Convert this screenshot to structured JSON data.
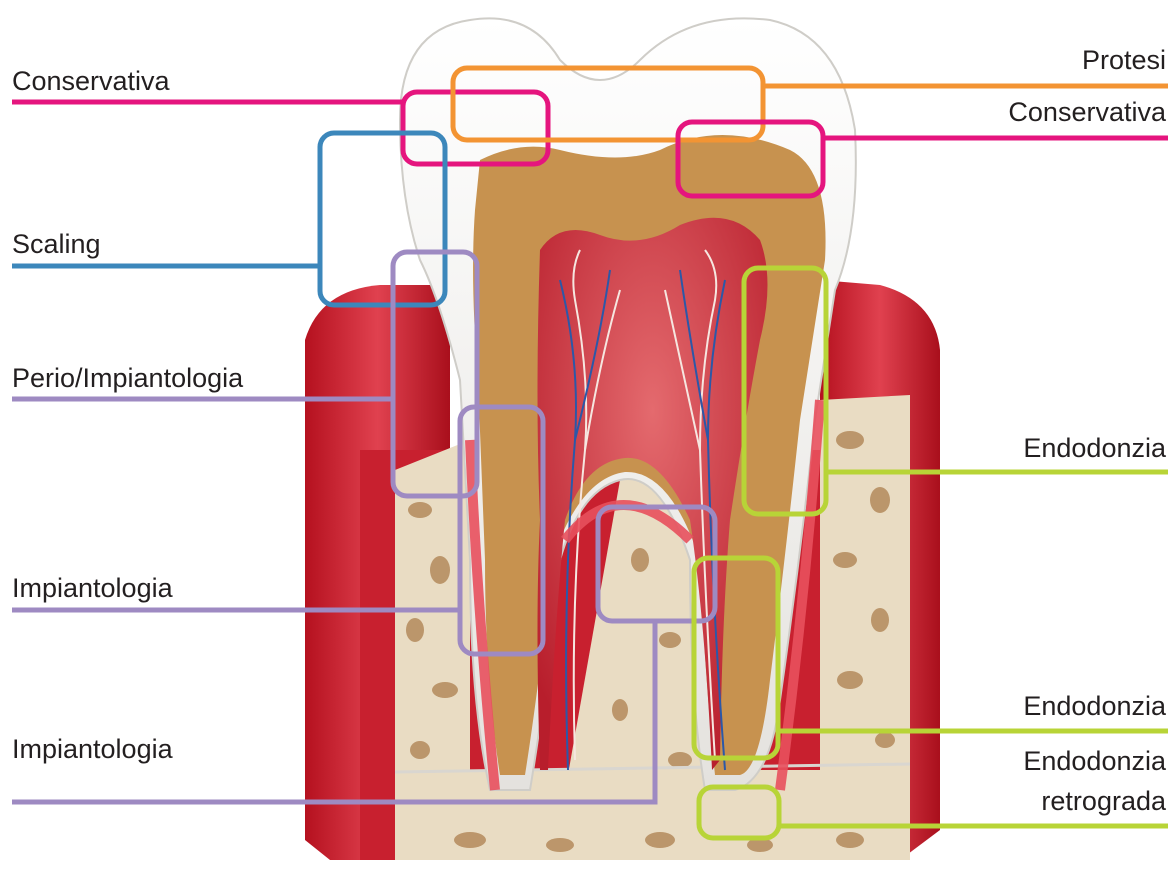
{
  "colors": {
    "conservativa": "#e5157e",
    "protesi": "#f39433",
    "scaling": "#3c87bb",
    "implant": "#9e8ac2",
    "endo": "#b8d437",
    "gum": "#c8202f",
    "gum_light": "#e8505d",
    "bone": "#e9dcc3",
    "bone_pore": "#b48a5c",
    "enamel": "#f2f2f0",
    "dentin": "#c7924f",
    "pulp": "#d43b47",
    "nerve": "#f6e6e0",
    "vessel": "#2b58a8"
  },
  "labels": {
    "conservativa_left": "Conservativa",
    "protesi": "Protesi",
    "conservativa_right": "Conservativa",
    "scaling": "Scaling",
    "perio": "Perio/Impiantologia",
    "endodonzia_1": "Endodonzia",
    "impiantologia_1": "Impiantologia",
    "endodonzia_2": "Endodonzia",
    "impiantologia_2": "Impiantologia",
    "endodonzia_retro_line1": "Endodonzia",
    "endodonzia_retro_line2": "retrograda"
  }
}
